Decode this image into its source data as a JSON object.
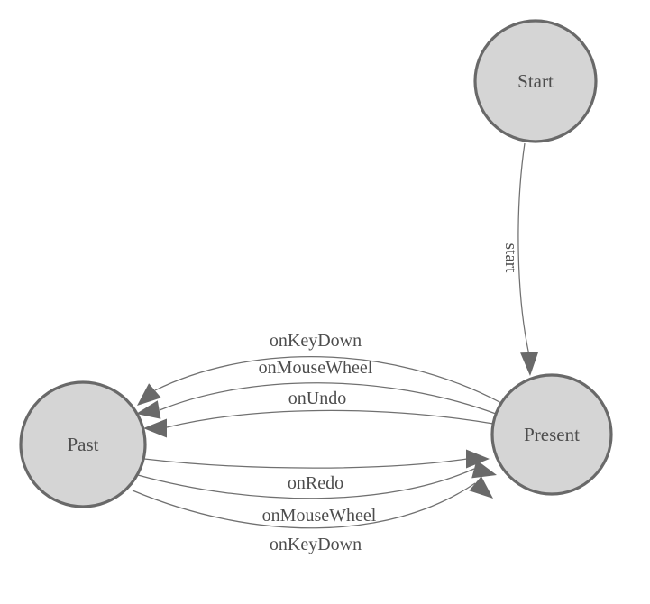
{
  "diagram": {
    "kind": "state-machine",
    "colors": {
      "background": "#ffffff",
      "node_fill": "#d5d5d5",
      "node_stroke": "#696969",
      "edge_line": "#707070",
      "arrow_fill": "#696969",
      "label_text": "#4d4d4d"
    },
    "nodes": [
      {
        "id": "start",
        "label": "Start"
      },
      {
        "id": "past",
        "label": "Past"
      },
      {
        "id": "present",
        "label": "Present"
      }
    ],
    "edges": [
      {
        "from": "start",
        "to": "present",
        "label": "start"
      },
      {
        "from": "present",
        "to": "past",
        "label": "onKeyDown"
      },
      {
        "from": "present",
        "to": "past",
        "label": "onMouseWheel"
      },
      {
        "from": "present",
        "to": "past",
        "label": "onUndo"
      },
      {
        "from": "past",
        "to": "present",
        "label": "onRedo"
      },
      {
        "from": "past",
        "to": "present",
        "label": "onMouseWheel"
      },
      {
        "from": "past",
        "to": "present",
        "label": "onKeyDown"
      }
    ]
  }
}
